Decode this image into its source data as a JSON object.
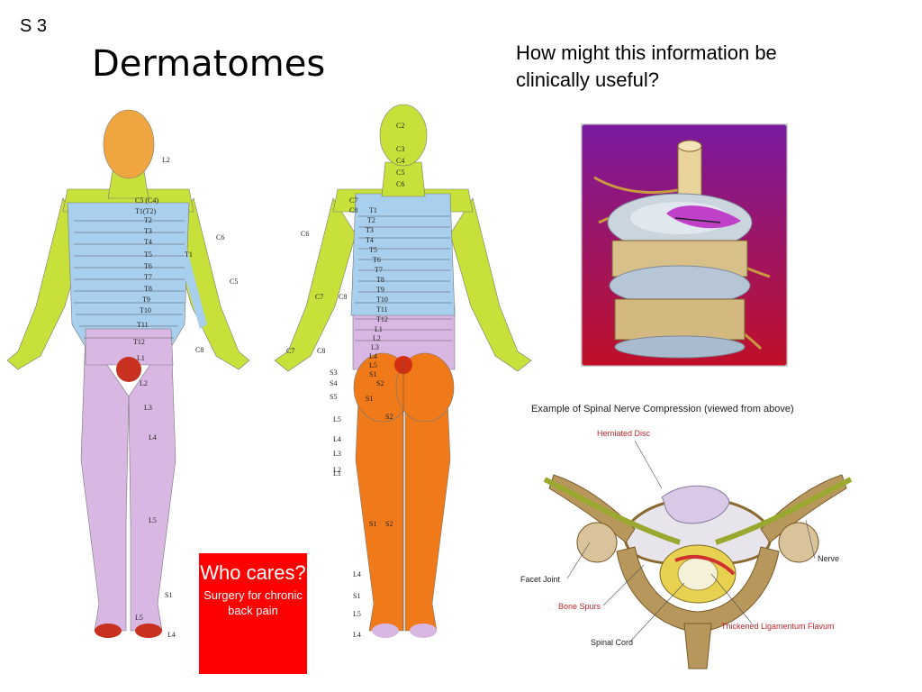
{
  "slide": {
    "number": "S 3",
    "title": "Dermatomes",
    "question": "How might this information be clinically useful?"
  },
  "callout": {
    "heading": "Who cares?",
    "text": "Surgery for chronic back pain",
    "background": "#fe0000"
  },
  "front_labels": [
    "L2",
    "C5 (C4)",
    "T1(T2)",
    "T2",
    "T3",
    "T4",
    "T5",
    "T6",
    "T7",
    "T8",
    "T9",
    "T10",
    "T11",
    "T12",
    "L1",
    "L2",
    "L3",
    "L4",
    "L5",
    "S1",
    "L5",
    "L4",
    "C6",
    "T1",
    "C5",
    "C8"
  ],
  "back_labels": [
    "C2",
    "C3",
    "C4",
    "C5",
    "C6",
    "C7",
    "C8",
    "T1",
    "T2",
    "T3",
    "T4",
    "T5",
    "T6",
    "T7",
    "T8",
    "T9",
    "T10",
    "T11",
    "T12",
    "L1",
    "L2",
    "L3",
    "L4",
    "L5",
    "S1",
    "S2",
    "S3",
    "S4",
    "S5",
    "S1",
    "S2",
    "L5",
    "L4",
    "L3",
    "L2",
    "L1",
    "S1",
    "S2",
    "C6",
    "C7",
    "C8",
    "C7",
    "C8",
    "L4",
    "S1",
    "L5",
    "L4"
  ],
  "compression": {
    "title": "Example of Spinal Nerve Compression (viewed from above)",
    "labels": {
      "herniated_disc": "Herniated Disc",
      "nerve": "Nerve",
      "facet_joint": "Facet Joint",
      "bone_spurs": "Bone Spurs",
      "spinal_cord": "Spinal Cord",
      "ligamentum": "Thickened Ligamentum Flavum"
    },
    "red_label_color": "#c0272d"
  },
  "colors": {
    "head": "#f0a640",
    "cervical": "#c8e03a",
    "thoracic": "#a9cfee",
    "lumbar": "#d9b7e3",
    "sacral": "#f07a1a"
  }
}
